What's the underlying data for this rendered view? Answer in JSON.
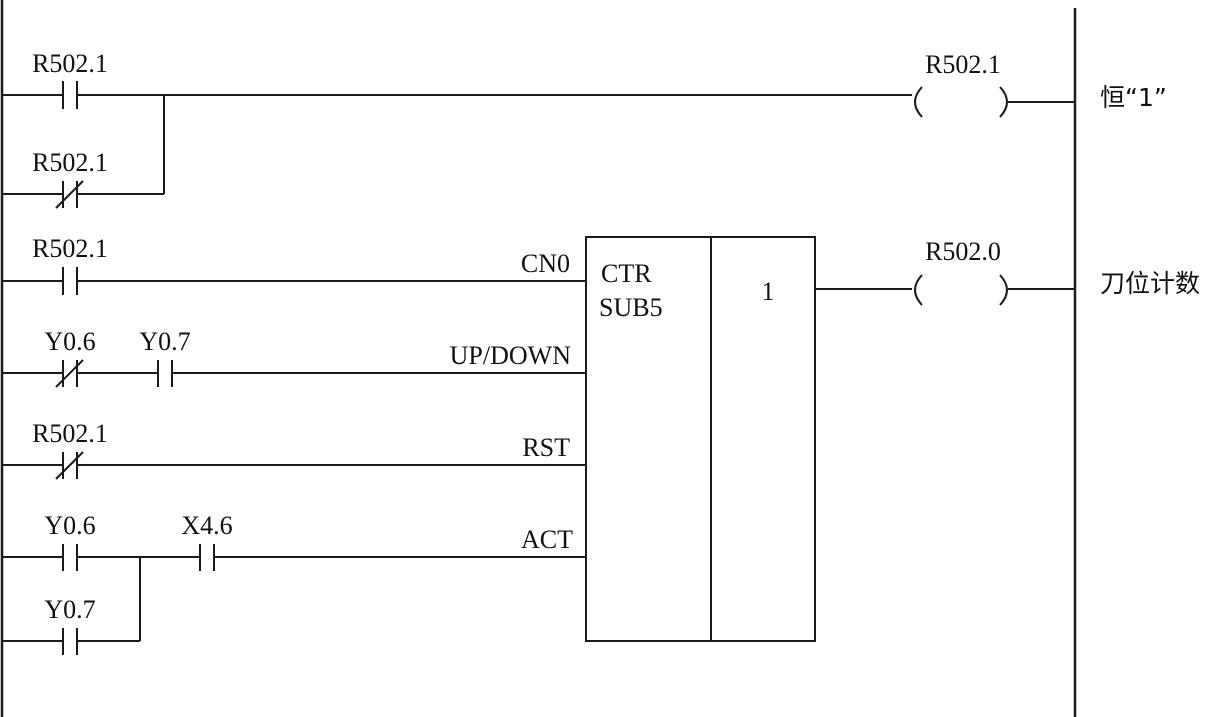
{
  "diagram": {
    "type": "ladder-logic",
    "rungs": [
      {
        "id": "rung-1",
        "contacts": [
          {
            "label": "R502.1",
            "kind": "NO",
            "branch": "main"
          },
          {
            "label": "R502.1",
            "kind": "NC",
            "branch": "parallel"
          }
        ],
        "coil": {
          "label": "R502.1"
        },
        "comment": "恒“1”"
      },
      {
        "id": "rung-2",
        "function_block": {
          "name_line1": "CTR",
          "name_line2": "SUB5",
          "parameter": "1",
          "inputs": [
            {
              "pin": "CN0",
              "contacts": [
                {
                  "label": "R502.1",
                  "kind": "NO"
                }
              ]
            },
            {
              "pin": "UP/DOWN",
              "contacts": [
                {
                  "label": "Y0.6",
                  "kind": "NC"
                },
                {
                  "label": "Y0.7",
                  "kind": "NO"
                }
              ]
            },
            {
              "pin": "RST",
              "contacts": [
                {
                  "label": "R502.1",
                  "kind": "NC"
                }
              ]
            },
            {
              "pin": "ACT",
              "contacts": [
                {
                  "label": "Y0.6",
                  "kind": "NO",
                  "branch": "main"
                },
                {
                  "label": "Y0.7",
                  "kind": "NO",
                  "branch": "parallel"
                },
                {
                  "label": "X4.6",
                  "kind": "NO",
                  "branch": "series"
                }
              ]
            }
          ]
        },
        "coil": {
          "label": "R502.0"
        },
        "comment": "刀位计数"
      }
    ]
  },
  "labels": {
    "r1_c1": "R502.1",
    "r1_c2": "R502.1",
    "r1_coil": "R502.1",
    "r1_comment": "恒“1”",
    "cn0_c1": "R502.1",
    "cn0_pin": "CN0",
    "ud_c1": "Y0.6",
    "ud_c2": "Y0.7",
    "ud_pin": "UP/DOWN",
    "rst_c1": "R502.1",
    "rst_pin": "RST",
    "act_c1": "Y0.6",
    "act_c2": "Y0.7",
    "act_c3": "X4.6",
    "act_pin": "ACT",
    "fb_line1": "CTR",
    "fb_line2": "SUB5",
    "fb_param": "1",
    "r2_coil": "R502.0",
    "r2_comment": "刀位计数"
  }
}
